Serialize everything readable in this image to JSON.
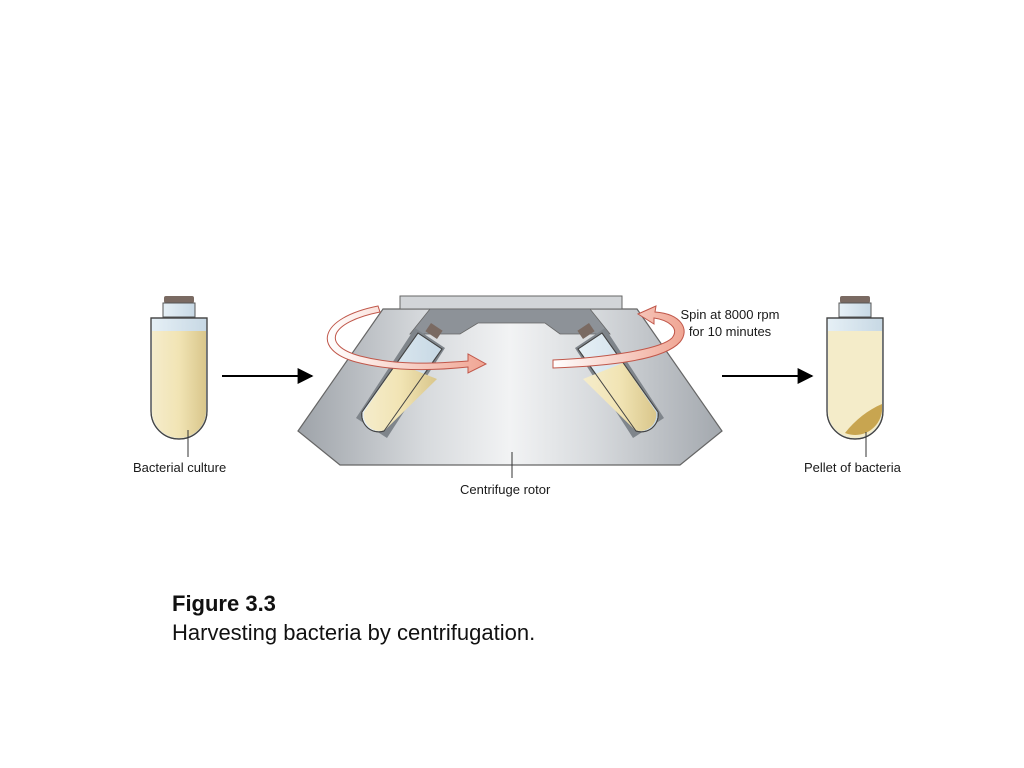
{
  "labels": {
    "bacterial_culture": "Bacterial culture",
    "centrifuge_rotor": "Centrifuge rotor",
    "spin_line1": "Spin at 8000 rpm",
    "spin_line2": "for 10 minutes",
    "pellet": "Pellet of bacteria"
  },
  "caption": {
    "title": "Figure 3.3",
    "text": "Harvesting bacteria by centrifugation."
  },
  "colors": {
    "culture": "#eadba0",
    "pellet": "#c8a550",
    "rotor": "#c9ccd0",
    "arrow": "#f4b3a3"
  }
}
